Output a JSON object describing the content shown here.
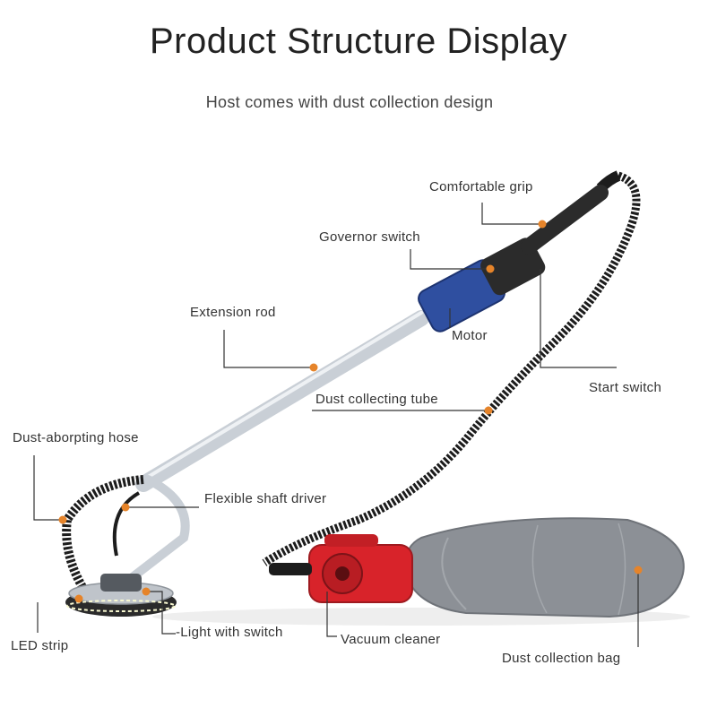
{
  "title": "Product Structure Display",
  "subtitle": "Host comes with dust collection design",
  "colors": {
    "leader_line": "#333333",
    "dot": "#e6842a",
    "tube": "#1c1c1c",
    "rod": "#c9cfd6",
    "motor": "#2f4fa0",
    "vacuum": "#d8232a",
    "bag": "#8c9096",
    "base": "#2b2b2b"
  },
  "labels": {
    "comfortable_grip": "Comfortable grip",
    "governor_switch": "Governor switch",
    "extension_rod": "Extension rod",
    "motor": "Motor",
    "start_switch": "Start switch",
    "dust_collecting_tube": "Dust collecting tube",
    "dust_absorbing_hose": "Dust-aborpting hose",
    "flexible_shaft_driver": "Flexible shaft driver",
    "led_strip": "LED strip",
    "light_with_switch": "-Light with switch",
    "vacuum_cleaner": "Vacuum cleaner",
    "dust_collection_bag": "Dust collection bag"
  }
}
